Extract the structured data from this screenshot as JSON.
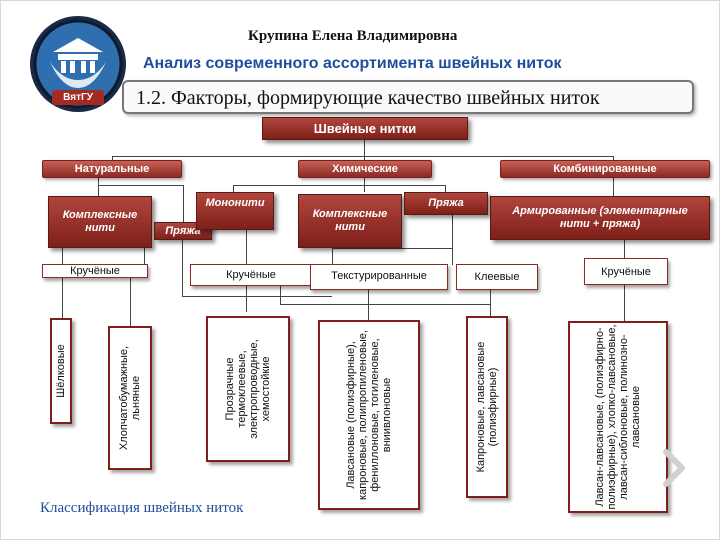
{
  "header": {
    "author": "Крупина Елена Владимировна",
    "subtitle": "Анализ современного ассортимента швейных ниток",
    "section": "1.2. Факторы, формирующие качество швейных ниток",
    "logo_text": "ВятГУ"
  },
  "diagram": {
    "root": "Швейные нитки",
    "natural": "Натуральные",
    "chemical": "Химические",
    "combined": "Комбинированные",
    "nat_complex": "Комплексные нити",
    "nat_yarn": "Пряжа",
    "monofil": "Мононити",
    "chem_complex": "Комплексные нити",
    "chem_yarn": "Пряжа",
    "armored": "Армированные (элементарные нити + пряжа)",
    "twisted_nat": "Кручёные",
    "twisted_chem": "Кручёные",
    "textured": "Текстурированные",
    "glued": "Клеевые",
    "twisted_comb": "Кручёные",
    "leaf_silk": "Шёлковые",
    "leaf_cotton": "Хлопчатобумажные, льняные",
    "leaf_mono": "Прозрачные термоклеевые, электропроводные, хемостойкие",
    "leaf_text": "Лавсановые (полиэфирные), капроновые, полипропиленовые, фениллоновые, тогиленовые, вниивлоновые",
    "leaf_glued": "Капроновые, лавсановые (полиэфирные)",
    "leaf_comb": "Лавсан-лавсановые, (полиэфирно-полиэфирные), хлопко-лавсановые, лавсан-сиблоновые, полинозно-лавсановые"
  },
  "footer": {
    "caption": "Классификация швейных ниток"
  },
  "colors": {
    "accent": "#8a2a22",
    "title_blue": "#1f4e9c"
  }
}
